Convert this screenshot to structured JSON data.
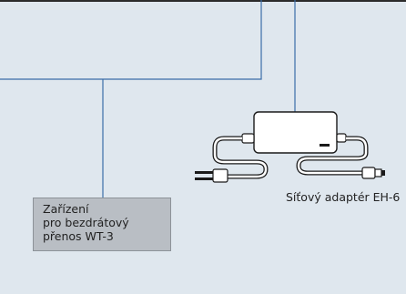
{
  "devices": {
    "wireless_transmitter": {
      "label_lines": [
        "Zařízení",
        "pro bezdrátový",
        "přenos WT-3"
      ]
    },
    "ac_adapter": {
      "label": "Síťový adaptér EH-6"
    }
  },
  "colors": {
    "background": "#dfe7ee",
    "leader_line": "#3a6da8",
    "top_border": "#2b2b2b",
    "label_box_fill": "#b9bec4",
    "device_outline": "#1a1a1a"
  }
}
